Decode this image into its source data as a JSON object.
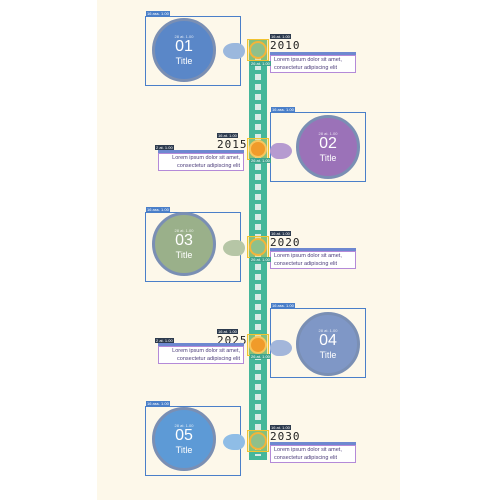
{
  "steps": [
    {
      "number": "01",
      "title": "Title",
      "year": "2010",
      "text_line1": "Lorem ipsum dolor sit amet,",
      "text_line2": "consectetur adipiscing elit",
      "color": "#5a87c8"
    },
    {
      "number": "02",
      "title": "Title",
      "year": "2015",
      "text_line1": "Lorem ipsum dolor sit amet,",
      "text_line2": "consectetur adipiscing elit",
      "color": "#9b72b8"
    },
    {
      "number": "03",
      "title": "Title",
      "year": "2020",
      "text_line1": "Lorem ipsum dolor sit amet,",
      "text_line2": "consectetur adipiscing elit",
      "color": "#9ab08a"
    },
    {
      "number": "04",
      "title": "Title",
      "year": "2025",
      "text_line1": "Lorem ipsum dolor sit amet,",
      "text_line2": "consectetur adipiscing elit",
      "color": "#7f97c6"
    },
    {
      "number": "05",
      "title": "Title",
      "year": "2030",
      "text_line1": "Lorem ipsum dolor sit amet,",
      "text_line2": "consectetur adipiscing elit",
      "color": "#5d9ad6"
    }
  ],
  "detection_tags": {
    "medal": "16 ass. 1.00",
    "year": "16 at. 1.00",
    "text": "2 at. 1.00",
    "node": "26 at. 1.00",
    "medal_inner": "28 at. 1.00"
  }
}
